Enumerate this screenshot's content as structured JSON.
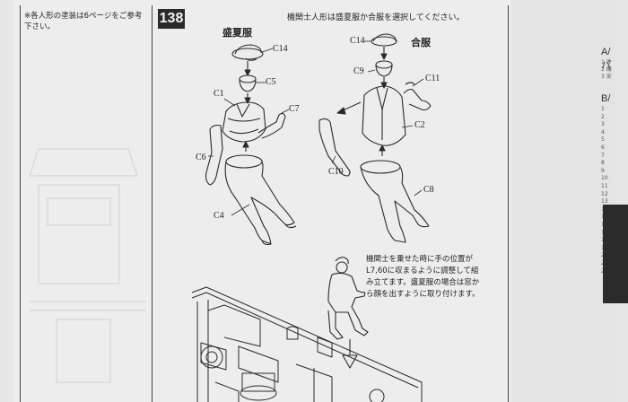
{
  "left_note": "※各人形の塗装は6ページをご参考下さい。",
  "step": {
    "number": "138",
    "instruction": "機関士人形は盛夏服か合服を選択してください。"
  },
  "summer": {
    "title": "盛夏服",
    "parts": {
      "c14": "C14",
      "c5": "C5",
      "c1": "C1",
      "c7": "C7",
      "c6": "C6",
      "c4": "C4"
    }
  },
  "midseason": {
    "title": "合服",
    "parts": {
      "c14": "C14",
      "c9": "C9",
      "c11": "C11",
      "c2": "C2",
      "c10": "C10",
      "c8": "C8"
    }
  },
  "note": {
    "lines": [
      "機関士を乗せた時に手の位置が",
      "L7,60に収まるように調整して組",
      "み立てます。盛夏服の場合は窓か",
      "ら顔を出すように取り付けます。"
    ]
  },
  "right": {
    "heading_a": "A/バ",
    "heading_b": "B/",
    "lines_a": [
      "1 冷",
      "2 機",
      "3 安"
    ],
    "numbers_b": [
      "1",
      "2",
      "3",
      "4",
      "5",
      "6",
      "7",
      "8",
      "9",
      "10",
      "11",
      "12",
      "13",
      "14",
      "15",
      "16",
      "17",
      "18",
      "19",
      "20",
      "21",
      "22"
    ]
  }
}
